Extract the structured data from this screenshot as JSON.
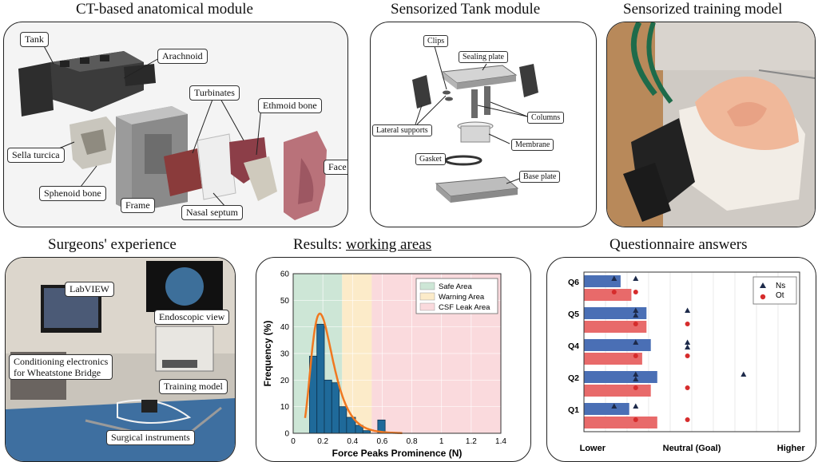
{
  "titles": {
    "ct_module": "CT-based anatomical module",
    "tank_module": "Sensorized Tank module",
    "training_model": "Sensorized training model",
    "surgeons": "Surgeons' experience",
    "results_prefix": "Results: ",
    "results_underlined": "working areas",
    "questionnaire": "Questionnaire answers"
  },
  "ct_labels": {
    "tank": "Tank",
    "arachnoid": "Arachnoid",
    "turbinates": "Turbinates",
    "ethmoid": "Ethmoid bone",
    "sella": "Sella turcica",
    "face": "Face",
    "sphenoid": "Sphenoid bone",
    "frame": "Frame",
    "septum": "Nasal septum"
  },
  "tank_labels": {
    "clips": "Clips",
    "sealing": "Sealing plate",
    "lateral": "Lateral supports",
    "columns": "Columns",
    "membrane": "Membrane",
    "gasket": "Gasket",
    "base": "Base plate"
  },
  "surgeon_labels": {
    "labview": "LabVIEW",
    "endoscopic": "Endoscopic view",
    "conditioning_1": "Conditioning electronics",
    "conditioning_2": "for Wheatstone Bridge",
    "training": "Training model",
    "instruments": "Surgical instruments"
  },
  "chart_data": [
    {
      "type": "bar",
      "subtype": "histogram with fitted curve",
      "xlabel": "Force Peaks Prominence (N)",
      "ylabel": "Frequency (%)",
      "xlim": [
        0,
        1.4
      ],
      "ylim": [
        0,
        60
      ],
      "xticks": [
        "0",
        "0.2",
        "0.4",
        "0.6",
        "0.8",
        "1",
        "1.2",
        "1.4"
      ],
      "yticks": [
        "0",
        "10",
        "20",
        "30",
        "40",
        "50",
        "60"
      ],
      "grid": true,
      "legend_position": "top-right",
      "areas": [
        {
          "name": "Safe Area",
          "from": 0,
          "to": 0.33,
          "color": "#cde6d6"
        },
        {
          "name": "Warning Area",
          "from": 0.33,
          "to": 0.53,
          "color": "#fcebc9"
        },
        {
          "name": "CSF Leak Area",
          "from": 0.53,
          "to": 1.4,
          "color": "#fadadd"
        }
      ],
      "bins": [
        {
          "from": 0.11,
          "to": 0.16,
          "value": 29
        },
        {
          "from": 0.16,
          "to": 0.21,
          "value": 41
        },
        {
          "from": 0.21,
          "to": 0.26,
          "value": 20
        },
        {
          "from": 0.26,
          "to": 0.31,
          "value": 19
        },
        {
          "from": 0.31,
          "to": 0.36,
          "value": 10
        },
        {
          "from": 0.36,
          "to": 0.42,
          "value": 6
        },
        {
          "from": 0.42,
          "to": 0.47,
          "value": 3
        },
        {
          "from": 0.47,
          "to": 0.52,
          "value": 1
        },
        {
          "from": 0.52,
          "to": 0.57,
          "value": 0
        },
        {
          "from": 0.57,
          "to": 0.62,
          "value": 5
        }
      ],
      "bar_color": "#1f6a9a",
      "curve_color": "#f07820",
      "curve_peak": {
        "x": 0.18,
        "y": 45
      }
    },
    {
      "type": "bar",
      "subtype": "horizontal grouped bars with point overlay",
      "categories": [
        "Q6",
        "Q5",
        "Q4",
        "Q2",
        "Q1"
      ],
      "x_scale": [
        "Lower",
        "Neutral (Goal)",
        "Higher"
      ],
      "xlim": [
        0,
        1
      ],
      "grid": true,
      "legend_position": "top-right",
      "series": [
        {
          "name": "Ns",
          "color": "#4a6fb5",
          "marker": "triangle",
          "bars": [
            0.17,
            0.29,
            0.31,
            0.34,
            0.21
          ]
        },
        {
          "name": "Ot",
          "color": "#e86a6a",
          "marker": "circle",
          "bars": [
            0.22,
            0.29,
            0.27,
            0.31,
            0.34
          ]
        }
      ],
      "points": {
        "Ns": [
          [
            0.14,
            0.24
          ],
          [
            0.24,
            0.24,
            0.48
          ],
          [
            0.24,
            0.48,
            0.48
          ],
          [
            0.24,
            0.24,
            0.74
          ],
          [
            0.14,
            0.24
          ]
        ],
        "Ot": [
          [
            0.14,
            0.24
          ],
          [
            0.24,
            0.48
          ],
          [
            0.24,
            0.48
          ],
          [
            0.24,
            0.48
          ],
          [
            0.24,
            0.48
          ]
        ]
      }
    }
  ]
}
